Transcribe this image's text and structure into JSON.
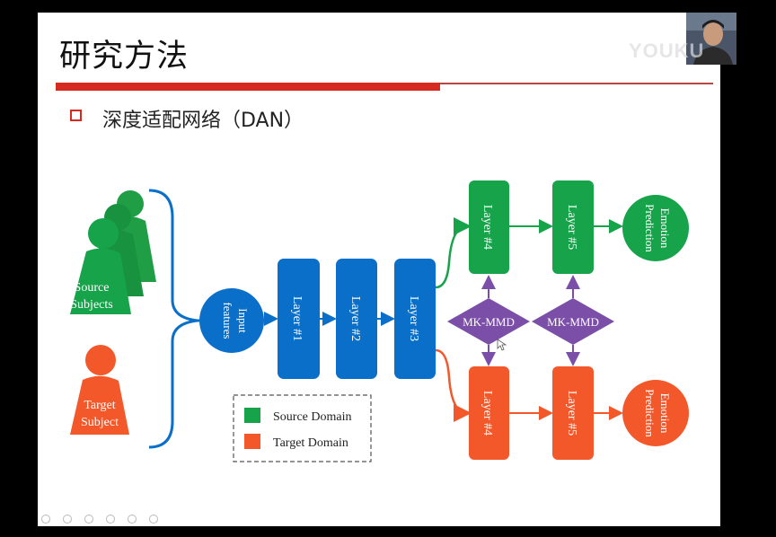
{
  "slide": {
    "title": "研究方法",
    "bullet": "深度适配网络（DAN）"
  },
  "diagram": {
    "source_subjects": [
      "Source",
      "Subjects"
    ],
    "target_subject": [
      "Target",
      "Subject"
    ],
    "input_features": [
      "Input",
      "features"
    ],
    "layer1": "Layer #1",
    "layer2": "Layer #2",
    "layer3": "Layer #3",
    "layer4_source": "Layer #4",
    "layer5_source": "Layer #5",
    "layer4_target": "Layer #4",
    "layer5_target": "Layer #5",
    "emotion_source": [
      "Emotion",
      "Prediction"
    ],
    "emotion_target": [
      "Emotion",
      "Prediction"
    ],
    "mmd1": "MK-MMD",
    "mmd2": "MK-MMD",
    "legend": {
      "source": "Source Domain",
      "target": "Target Domain"
    }
  },
  "colors": {
    "blue": "#0a6fc8",
    "green": "#16a34a",
    "orange": "#f3582b",
    "purple": "#7b4fa8",
    "title_rule": "#d42a1f"
  },
  "watermark": "YOUKU",
  "player_controls": [
    "back-icon",
    "forward-icon",
    "pen-icon",
    "grid-icon",
    "zoom-icon",
    "more-icon"
  ]
}
